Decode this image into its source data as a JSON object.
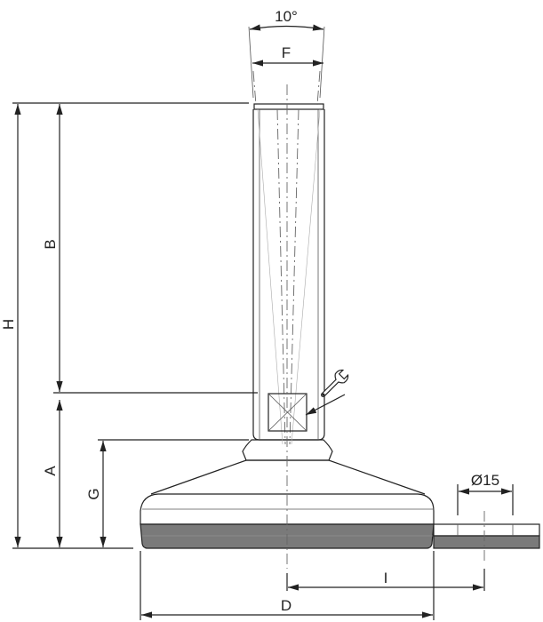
{
  "labels": {
    "angle": "10°",
    "F": "F",
    "H": "H",
    "B": "B",
    "A": "A",
    "G": "G",
    "D": "D",
    "I": "I",
    "hole_diameter": "Ø15"
  },
  "icons": {
    "wrench": "wrench-icon"
  },
  "colors": {
    "line": "#222222",
    "base_band": "#7a7a7a"
  }
}
